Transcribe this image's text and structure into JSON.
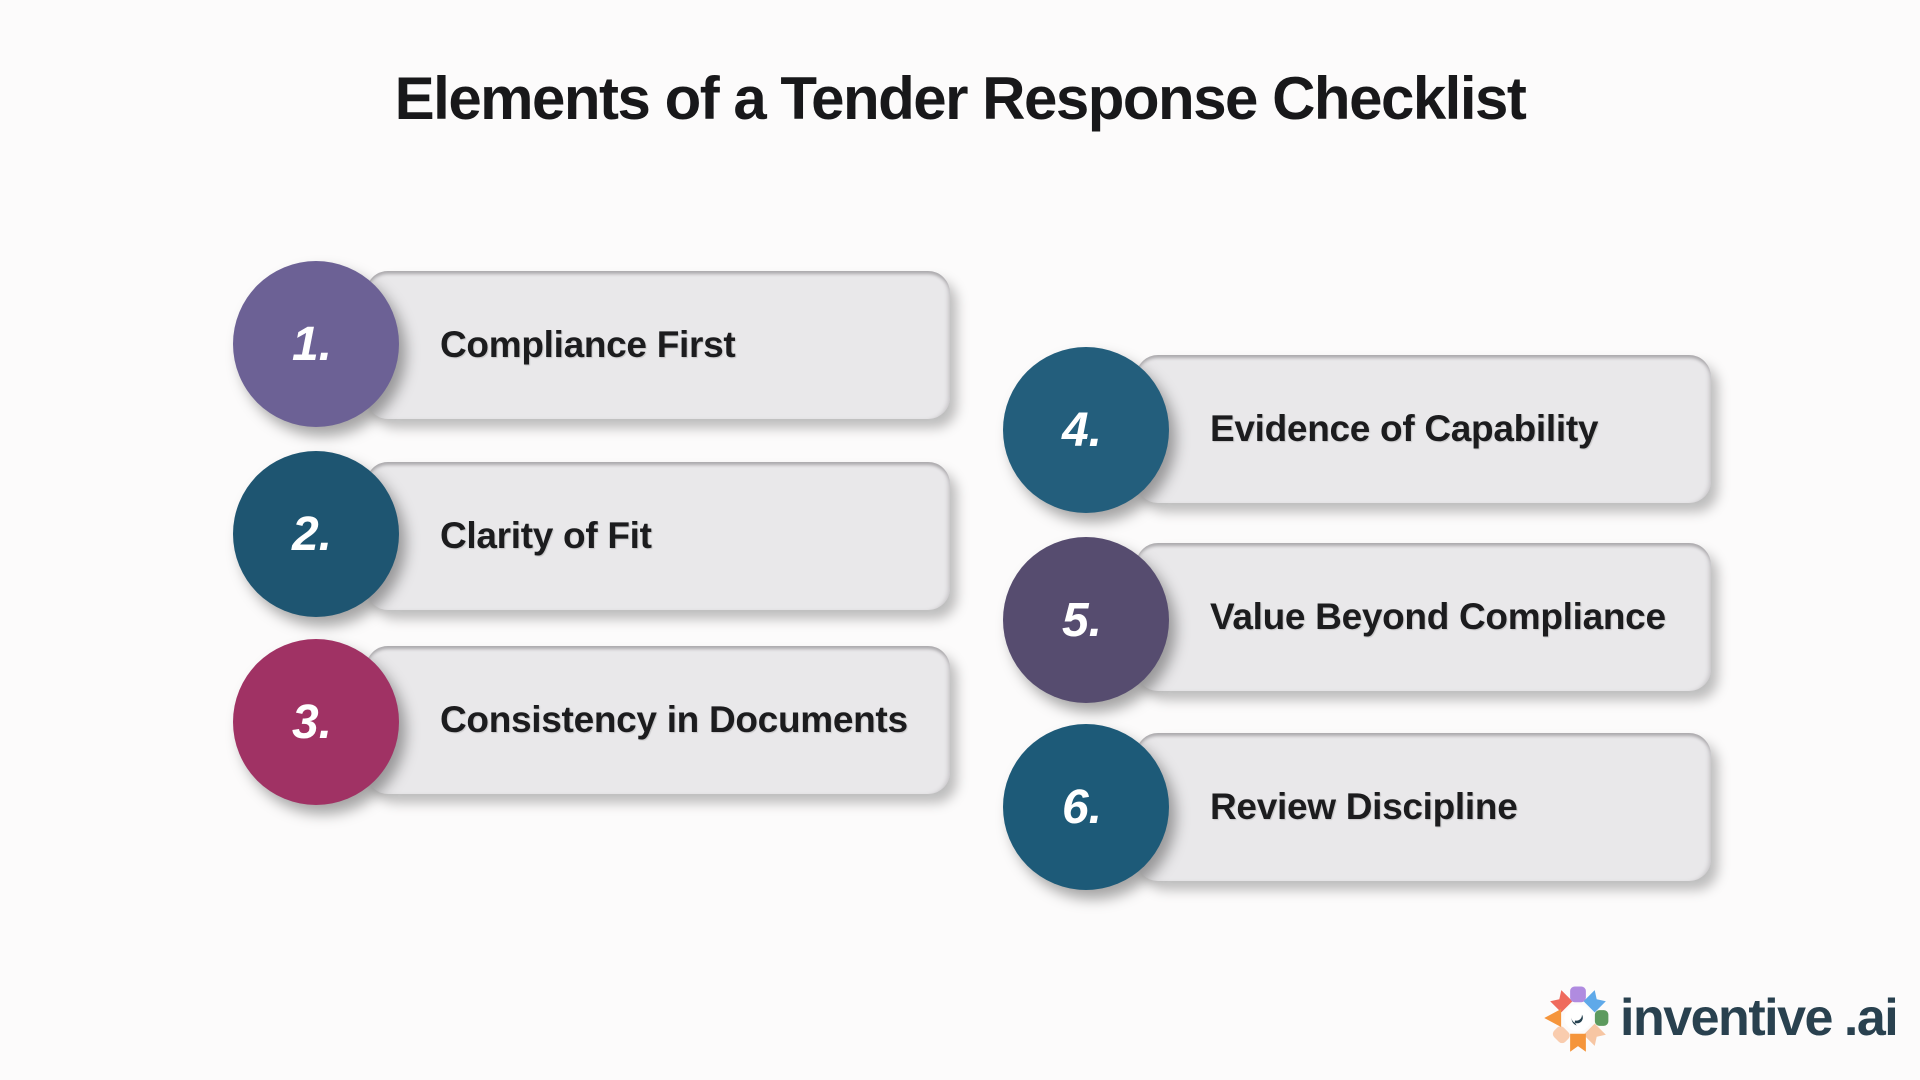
{
  "title": "Elements of a Tender Response Checklist",
  "items": [
    {
      "number": "1.",
      "label": "Compliance First",
      "circle_color": "#6C6195"
    },
    {
      "number": "2.",
      "label": "Clarity of Fit",
      "circle_color": "#1E5571"
    },
    {
      "number": "3.",
      "label": "Consistency in Documents",
      "circle_color": "#A03264"
    },
    {
      "number": "4.",
      "label": "Evidence of Capability",
      "circle_color": "#235E7C"
    },
    {
      "number": "5.",
      "label": "Value Beyond Compliance",
      "circle_color": "#564C6F"
    },
    {
      "number": "6.",
      "label": "Review Discipline",
      "circle_color": "#1D5A78"
    }
  ],
  "logo": {
    "brand": "inventive",
    "suffix": ".ai",
    "text_color": "#29414F",
    "icon_name": "starburst-logo-icon",
    "icon_colors": [
      "#EF6A5C",
      "#B08BE0",
      "#5FA9E9",
      "#5C9A5E",
      "#F7C6A3",
      "#F5953B",
      "#F9CCAE",
      "#F5953B"
    ],
    "icon_center_color": "#25414F"
  },
  "colors": {
    "background": "#FCFBFB",
    "pill_background": "#E9E8EA",
    "item_text": "#1C1C1E",
    "title_text": "#18181A",
    "number_text": "#FFFFFF"
  }
}
